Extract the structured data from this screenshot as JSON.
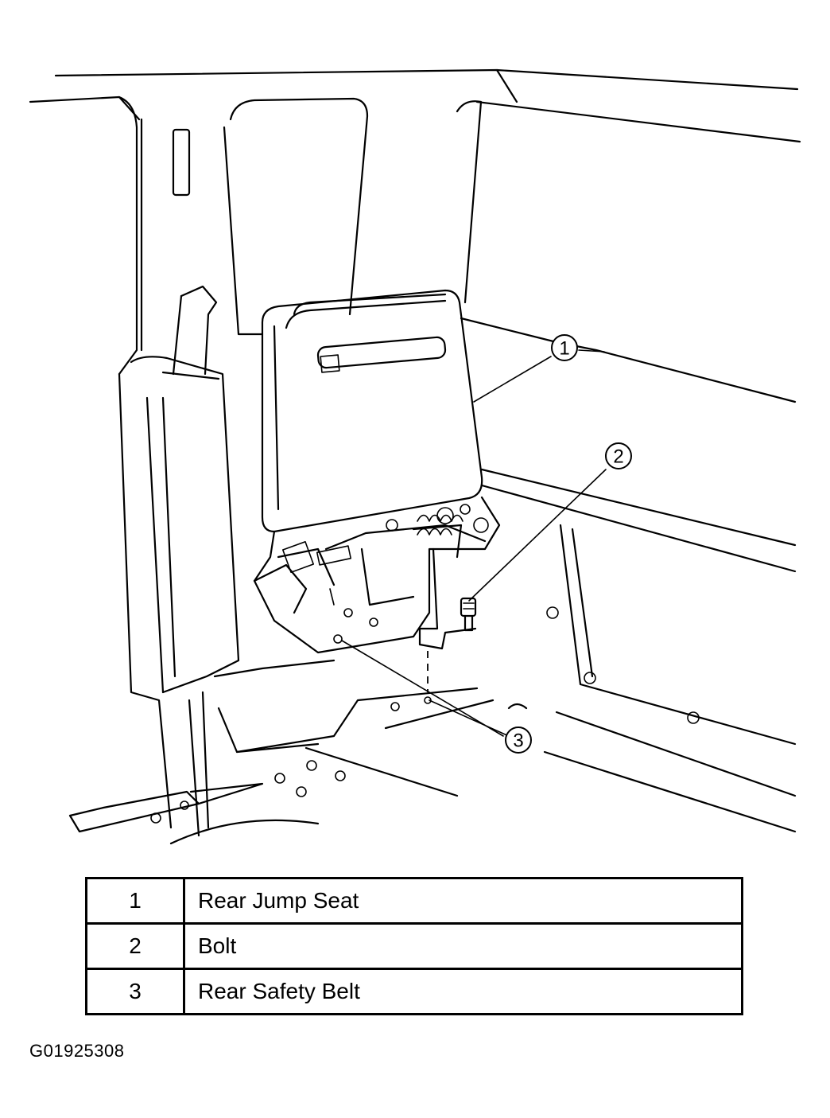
{
  "callouts": [
    {
      "number": "1",
      "description": "Rear Jump Seat"
    },
    {
      "number": "2",
      "description": "Bolt"
    },
    {
      "number": "3",
      "description": "Rear Safety Belt"
    }
  ],
  "figure_id": "G01925308",
  "colors": {
    "ink": "#000000",
    "paper": "#ffffff"
  }
}
